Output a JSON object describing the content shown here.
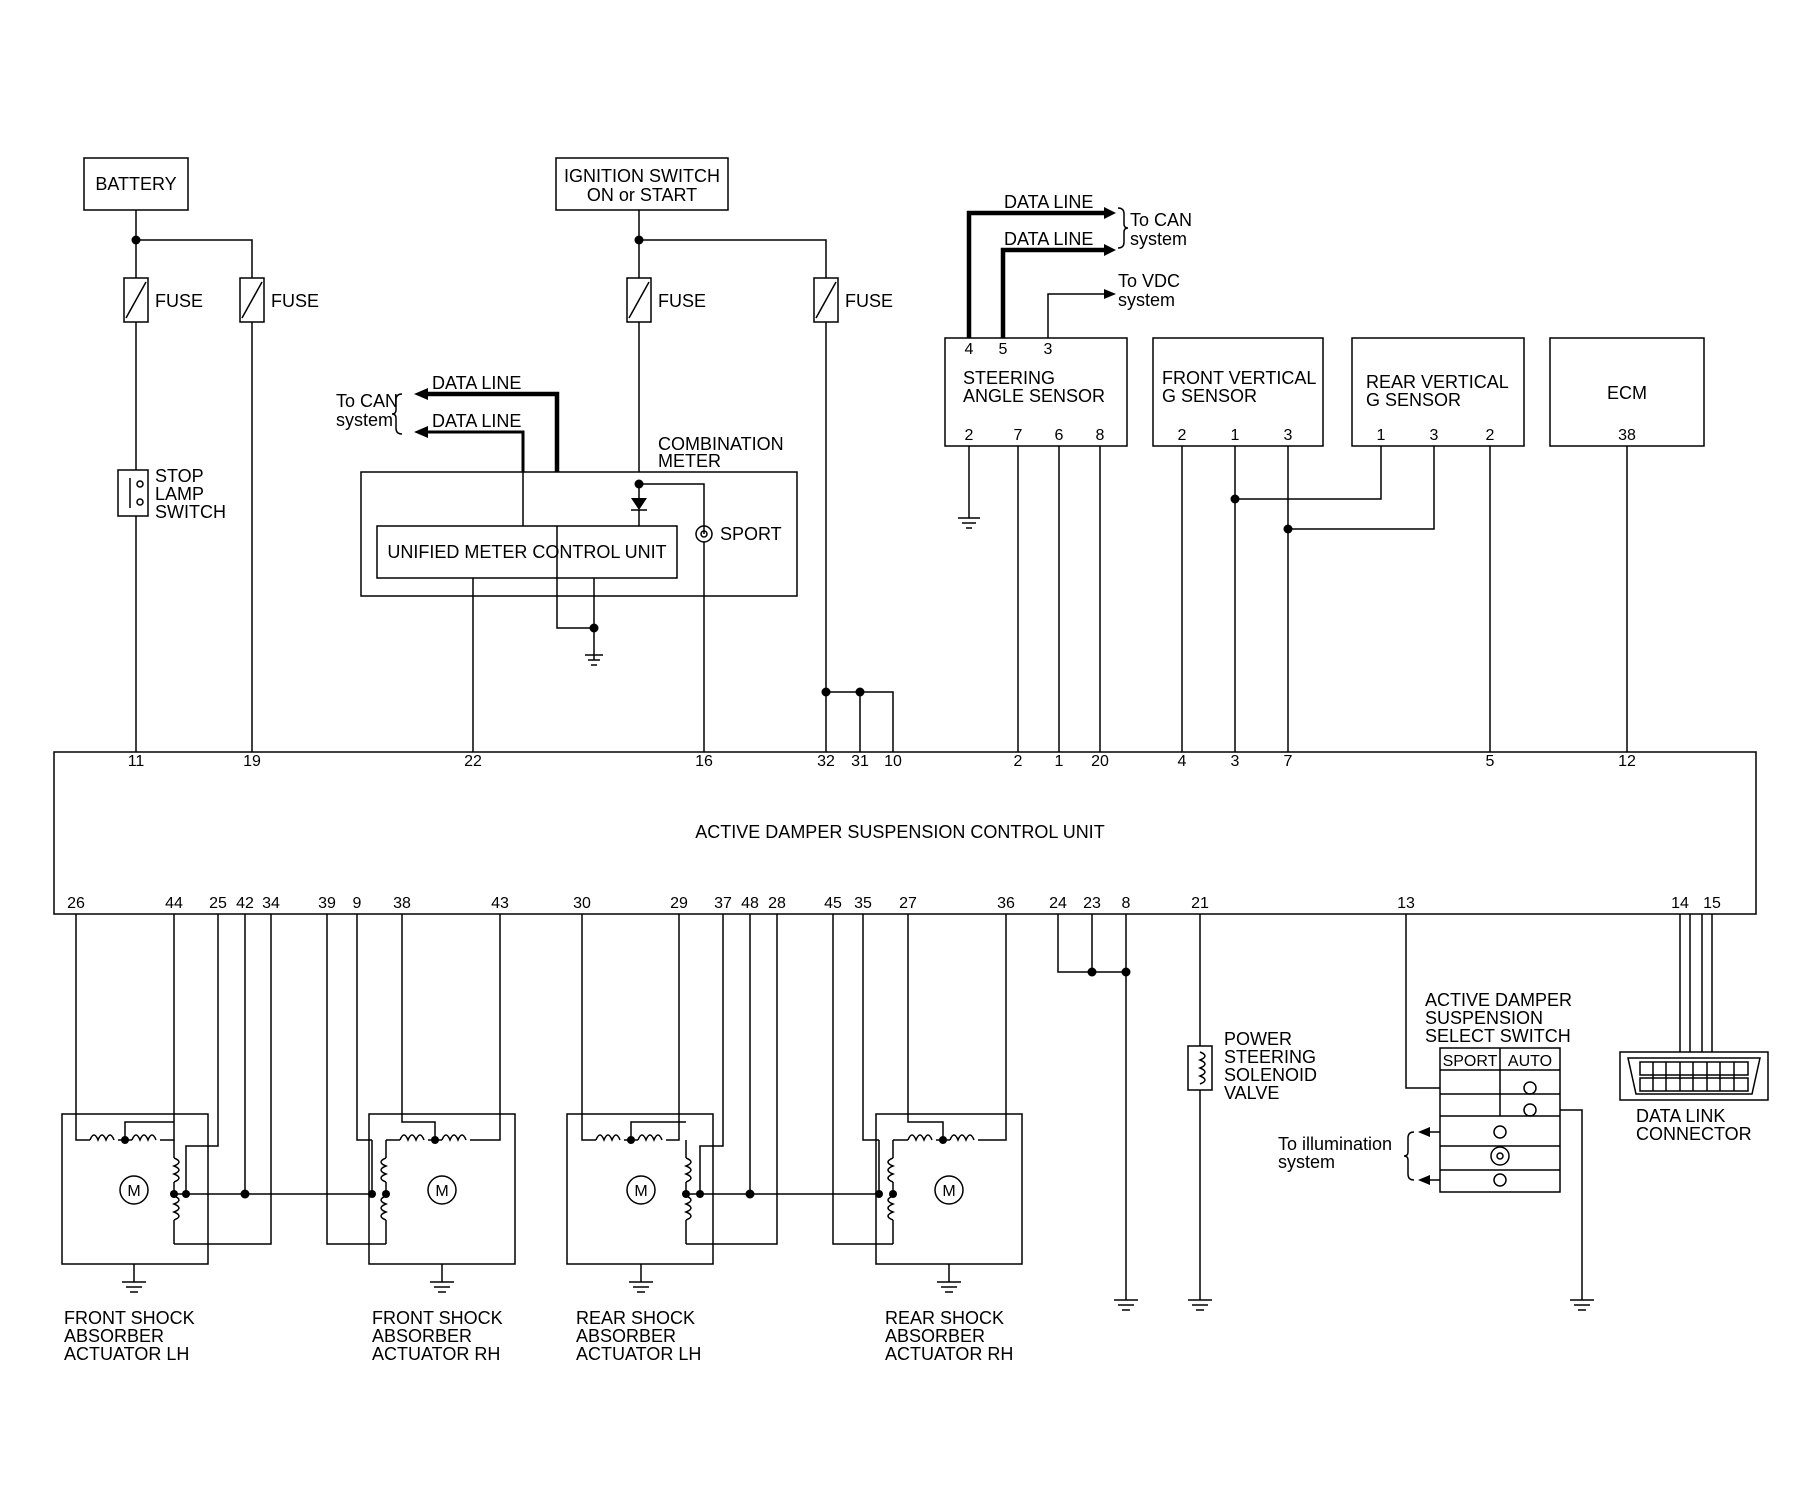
{
  "power": {
    "battery": "BATTERY",
    "ignition_line1": "IGNITION SWITCH",
    "ignition_line2": "ON or START",
    "fuse": "FUSE"
  },
  "stop_lamp": [
    "STOP",
    "LAMP",
    "SWITCH"
  ],
  "data_line": "DATA LINE",
  "to_can": [
    "To CAN",
    "system"
  ],
  "to_vdc": [
    "To VDC",
    "system"
  ],
  "combination_meter": [
    "COMBINATION",
    "METER"
  ],
  "unified_meter": "UNIFIED METER CONTROL UNIT",
  "sport_lamp": "SPORT",
  "steering_sensor": {
    "title": [
      "STEERING",
      "ANGLE SENSOR"
    ],
    "top_pins": [
      "4",
      "5",
      "3"
    ],
    "bottom_pins": [
      "2",
      "7",
      "6",
      "8"
    ]
  },
  "front_g": {
    "title": [
      "FRONT VERTICAL",
      "G SENSOR"
    ],
    "pins": [
      "2",
      "1",
      "3"
    ]
  },
  "rear_g": {
    "title": [
      "REAR VERTICAL",
      "G SENSOR"
    ],
    "pins": [
      "1",
      "3",
      "2"
    ]
  },
  "ecm": {
    "title": "ECM",
    "pin": "38"
  },
  "control_unit": {
    "title": "ACTIVE DAMPER SUSPENSION CONTROL UNIT",
    "top_pins": [
      "11",
      "19",
      "22",
      "16",
      "32",
      "31",
      "10",
      "2",
      "1",
      "20",
      "4",
      "3",
      "7",
      "5",
      "12"
    ],
    "bottom_pins": [
      "26",
      "44",
      "25",
      "42",
      "34",
      "39",
      "9",
      "38",
      "43",
      "30",
      "29",
      "37",
      "48",
      "28",
      "45",
      "35",
      "27",
      "36",
      "24",
      "23",
      "8",
      "21",
      "13",
      "14",
      "15"
    ]
  },
  "actuators": [
    [
      "FRONT SHOCK",
      "ABSORBER",
      "ACTUATOR LH"
    ],
    [
      "FRONT SHOCK",
      "ABSORBER",
      "ACTUATOR RH"
    ],
    [
      "REAR SHOCK",
      "ABSORBER",
      "ACTUATOR LH"
    ],
    [
      "REAR SHOCK",
      "ABSORBER",
      "ACTUATOR RH"
    ]
  ],
  "motor_symbol": "M",
  "ps_solenoid": [
    "POWER",
    "STEERING",
    "SOLENOID",
    "VALVE"
  ],
  "select_switch": {
    "title": [
      "ACTIVE DAMPER",
      "SUSPENSION",
      "SELECT SWITCH"
    ],
    "sport": "SPORT",
    "auto": "AUTO"
  },
  "illumination": [
    "To illumination",
    "system"
  ],
  "dlc": [
    "DATA LINK",
    "CONNECTOR"
  ]
}
